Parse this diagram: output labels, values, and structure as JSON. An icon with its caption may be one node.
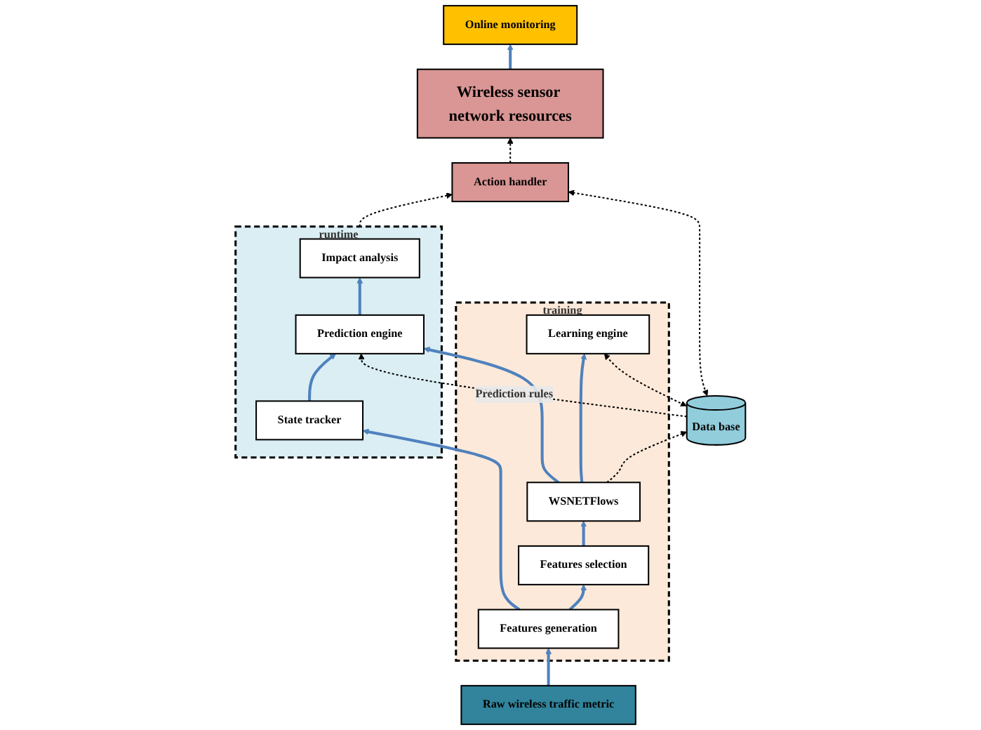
{
  "diagram": {
    "nodes": [
      {
        "text": [
          "runtime"
        ]
      },
      {
        "text": [
          "Impact analysis"
        ],
        "in": 0
      },
      {
        "text": [
          "Prediction engine"
        ],
        "in": 0
      },
      {
        "text": [
          "State tracker"
        ],
        "in": 0
      },
      {
        "text": [
          "training"
        ]
      },
      {
        "text": [
          "Learning engine"
        ],
        "in": 4
      },
      {
        "text": [
          "WSNETFlows"
        ],
        "in": 4
      },
      {
        "text": [
          "Features selection"
        ],
        "in": 4
      },
      {
        "text": [
          "Features generation"
        ],
        "in": 4
      },
      {
        "text": [
          "Action handler"
        ]
      },
      {
        "text": [
          "Data base"
        ]
      },
      {
        "text": [
          "Raw wireless traffic metric"
        ]
      },
      {
        "text": [
          "Online monitoring"
        ]
      },
      {
        "text": [
          "Wireless sensor network resources"
        ]
      }
    ],
    "edges": [
      {
        "from": 2,
        "to": 1,
        "arrow": "to"
      },
      {
        "from": 3,
        "to": 2,
        "arrow": "to"
      },
      {
        "from": 6,
        "to": 2,
        "arrow": "to"
      },
      {
        "from": 8,
        "to": 3,
        "arrow": "to"
      },
      {
        "from": 8,
        "to": 7,
        "arrow": "to"
      },
      {
        "from": 7,
        "to": 6,
        "arrow": "to"
      },
      {
        "from": 6,
        "to": 5,
        "arrow": "to"
      },
      {
        "from": 11,
        "to": 8,
        "arrow": "to"
      },
      {
        "from": 13,
        "to": 12,
        "arrow": "to"
      },
      {
        "from": 0,
        "to": 9,
        "arrow": "to",
        "style": "dashed",
        "color": "#000000"
      },
      {
        "from": 10,
        "to": 5,
        "arrow": "both",
        "style": "dashed",
        "color": "#000000"
      },
      {
        "from": 6,
        "to": 10,
        "arrow": "to",
        "style": "dashed",
        "color": "#000000"
      },
      {
        "from": 10,
        "to": 9,
        "arrow": "both",
        "style": "dashed",
        "color": "#000000"
      },
      {
        "from": 10,
        "to": 2,
        "arrow": "to",
        "style": "dashed",
        "color": "#000000",
        "label": "Prediction rules"
      },
      {
        "from": 9,
        "to": 13,
        "arrow": "to",
        "style": "dashed",
        "color": "#000000"
      }
    ]
  }
}
